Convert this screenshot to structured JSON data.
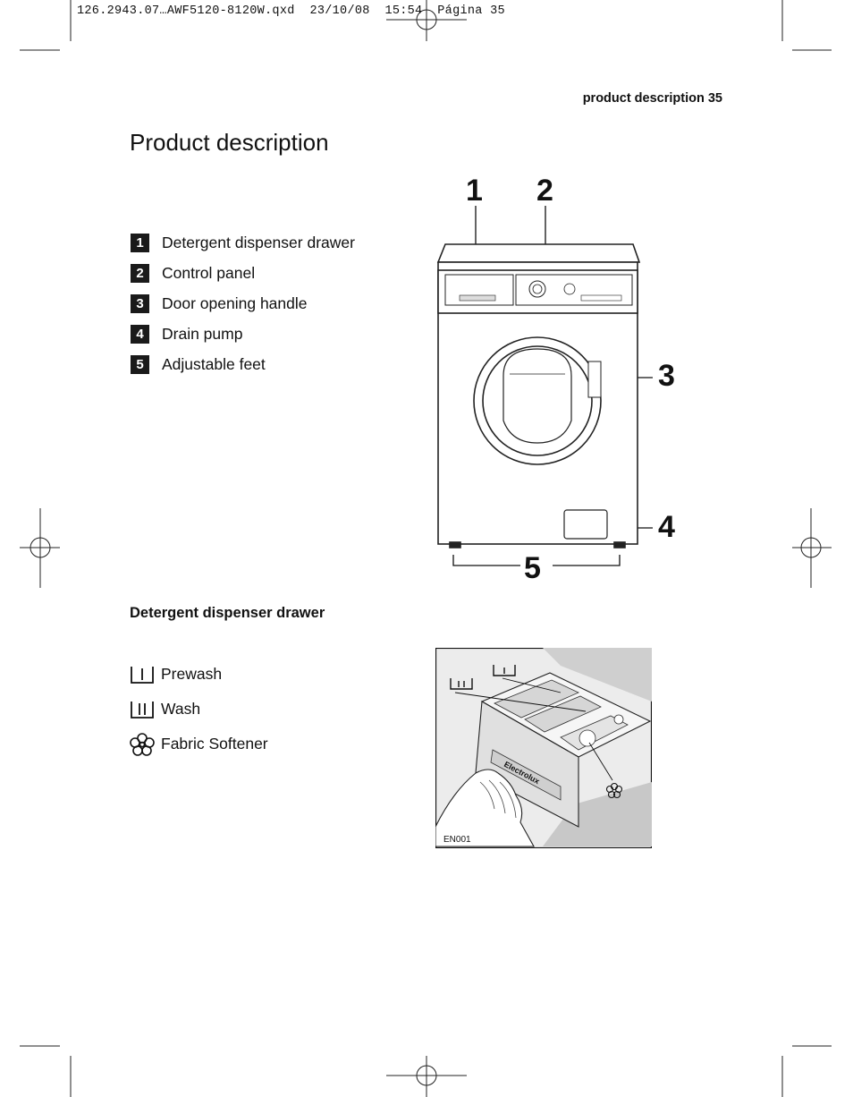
{
  "print_slug": "126.2943.07…AWF5120-8120W.qxd  23/10/08  15:54  Página 35",
  "running_header": "product description  35",
  "page_title": "Product description",
  "parts": [
    {
      "number": "1",
      "label": "Detergent dispenser drawer"
    },
    {
      "number": "2",
      "label": "Control panel"
    },
    {
      "number": "3",
      "label": "Door opening handle"
    },
    {
      "number": "4",
      "label": "Drain pump"
    },
    {
      "number": "5",
      "label": "Adjustable feet"
    }
  ],
  "drawer_section": {
    "heading": "Detergent dispenser drawer",
    "compartments": [
      {
        "icon": "prewash-icon",
        "label": "Prewash"
      },
      {
        "icon": "wash-icon",
        "label": "Wash"
      },
      {
        "icon": "fabric-softener-icon",
        "label": "Fabric Softener"
      }
    ]
  },
  "figure": {
    "drawer_brand": "Electrolux",
    "drawer_code": "EN001"
  }
}
